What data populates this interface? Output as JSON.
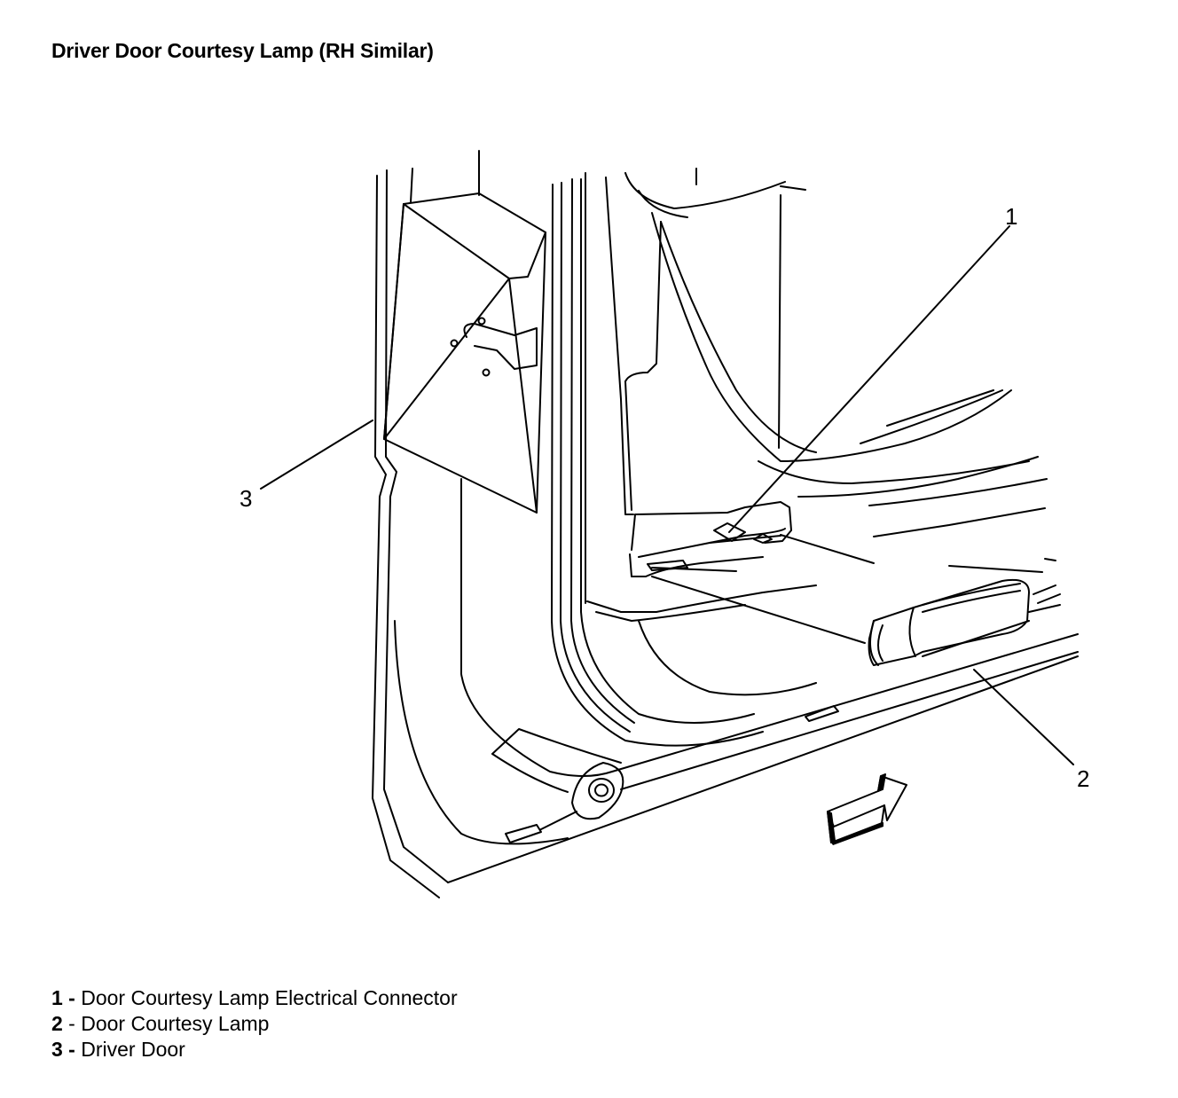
{
  "title": "Driver Door Courtesy Lamp (RH Similar)",
  "callouts": {
    "c1": "1",
    "c2": "2",
    "c3": "3"
  },
  "legend": [
    {
      "num": "1 -",
      "text": " Door Courtesy Lamp Electrical Connector"
    },
    {
      "num": "2",
      "text": " - Door Courtesy Lamp"
    },
    {
      "num": "3 -",
      "text": " Driver Door"
    }
  ],
  "colors": {
    "line": "#000000",
    "background": "#ffffff"
  }
}
